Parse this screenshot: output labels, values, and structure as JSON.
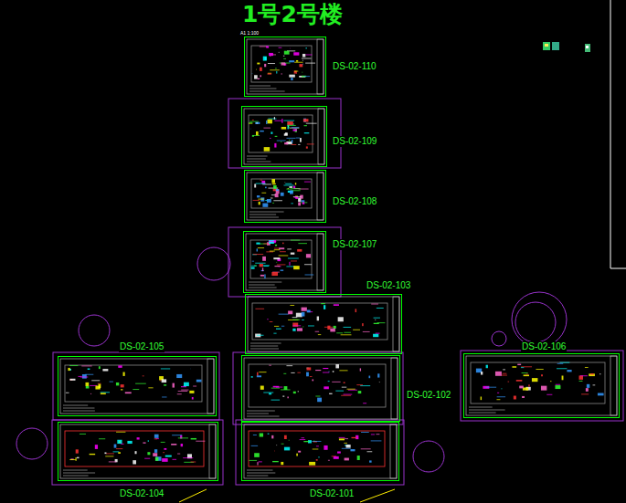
{
  "diagram": {
    "title": "1号2号楼",
    "nodes": [
      {
        "text": [
          "DS-02-110"
        ]
      },
      {
        "text": [
          "DS-02-109"
        ]
      },
      {
        "text": [
          "DS-02-108"
        ]
      },
      {
        "text": [
          "DS-02-107"
        ]
      },
      {
        "text": [
          "DS-02-103"
        ]
      },
      {
        "text": [
          "DS-02-105"
        ]
      },
      {
        "text": [
          "DS-02-102"
        ]
      },
      {
        "text": [
          "DS-02-106"
        ]
      },
      {
        "text": [
          "DS-02-104"
        ]
      },
      {
        "text": [
          "DS-02-101"
        ]
      }
    ],
    "labels": [
      "A1 1:100"
    ]
  }
}
